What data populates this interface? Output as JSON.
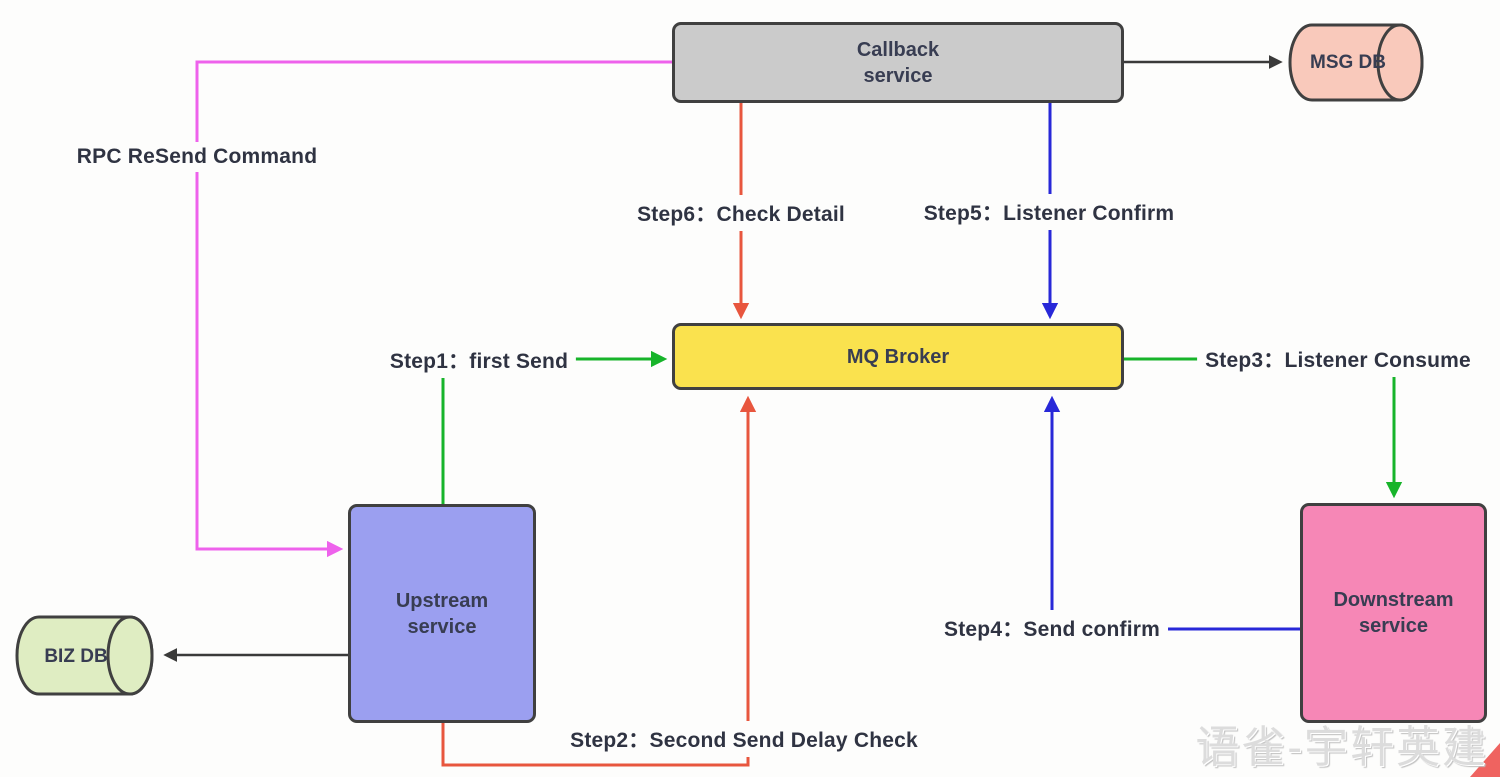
{
  "colors": {
    "background": "#fdfdfc",
    "border": "#404040",
    "node_text": "#383d52",
    "label_text": "#2f3342",
    "green": "#17b42a",
    "red": "#e8563e",
    "blue": "#2828d8",
    "magenta": "#ee62ec",
    "black": "#3a3a3a",
    "watermark": "#dcdcdc",
    "corner_mark": "#ef6360"
  },
  "nodes": {
    "callback": {
      "label": "Callback\nservice",
      "fill": "#cbcbcb"
    },
    "msg_db": {
      "label": "MSG DB",
      "fill": "#f9c9bb"
    },
    "mq_broker": {
      "label": "MQ Broker",
      "fill": "#fae24e"
    },
    "upstream": {
      "label": "Upstream\nservice",
      "fill": "#9b9ff0"
    },
    "downstream": {
      "label": "Downstream\nservice",
      "fill": "#f687b6"
    },
    "biz_db": {
      "label": "BIZ DB",
      "fill": "#dfedc2"
    }
  },
  "edge_labels": {
    "rpc_resend": "RPC ReSend Command",
    "step1": "Step1：first Send",
    "step2": "Step2：Second Send Delay Check",
    "step3": "Step3：Listener Consume",
    "step4": "Step4：Send confirm",
    "step5": "Step5：Listener Confirm",
    "step6": "Step6：Check Detail"
  },
  "watermark": "语雀-宇轩英建"
}
